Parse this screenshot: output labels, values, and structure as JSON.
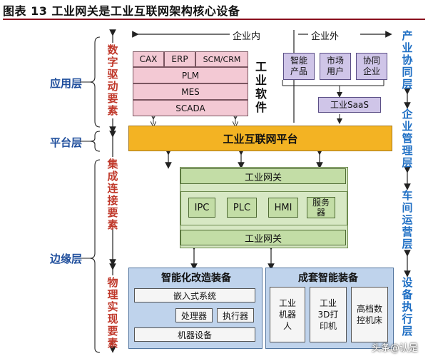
{
  "figure_title": "图表 13  工业网关是工业互联网架构核心设备",
  "layers": {
    "app": "应用层",
    "platform": "平台层",
    "edge": "边缘层"
  },
  "left_elements": {
    "digital": "数字驱动要素",
    "integration": "集成连接要素",
    "physical": "物理实现要素"
  },
  "right_stages": {
    "industry_collab": "产业协同层",
    "enterprise_mgmt": "企业管理层",
    "workshop_ops": "车间运营层",
    "device_exec": "设备执行层"
  },
  "enterprise": {
    "inside": "企业内",
    "outside": "企业外"
  },
  "industrial_software": {
    "label": "工业软件",
    "cax": "CAX",
    "erp": "ERP",
    "scm": "SCM/CRM",
    "plm": "PLM",
    "mes": "MES",
    "scada": "SCADA"
  },
  "external": {
    "smart_products": "智能产品",
    "market_users": "市场用户",
    "collab_enterprise": "协同企业",
    "saas": "工业SaaS"
  },
  "platform_bar": "工业互联网平台",
  "gateway": {
    "top": "工业网关",
    "bottom": "工业网关",
    "ipc": "IPC",
    "plc": "PLC",
    "hmi": "HMI",
    "server": "服务器"
  },
  "retrofit": {
    "title": "智能化改造装备",
    "embedded": "嵌入式系统",
    "processor": "处理器",
    "actuator": "执行器",
    "machine": "机器设备"
  },
  "complete_set": {
    "title": "成套智能装备",
    "robot": "工业机器人",
    "printer": "工业3D打印机",
    "cnc": "高档数控机床"
  },
  "watermark": "头条@认是",
  "colors": {
    "title_rule": "#8a0f1f",
    "layer_text": "#1f4e9c",
    "element_text": "#c0392b",
    "stage_text": "#1f6fc4",
    "platform_bar": "#f3b323",
    "software": "#f3c9d4",
    "external": "#cfc5e8",
    "gateway": "#d7e8c4",
    "equipment": "#bfd3ec"
  }
}
